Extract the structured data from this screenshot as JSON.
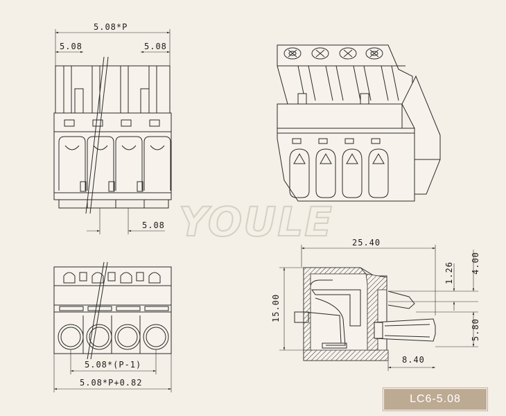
{
  "watermark": "YOULE",
  "model_label": "LC6-5.08",
  "dimensions": {
    "top_width": "5.08*P",
    "top_left_pitch": "5.08",
    "top_right_pitch": "5.08",
    "top_bottom_pitch": "5.08",
    "side_length": "25.40",
    "side_height": "15.00",
    "side_offset_a": "1.26",
    "side_offset_b": "4.00",
    "side_offset_c": "5.80",
    "side_pin_length": "8.40",
    "bottom_inner_width": "5.08*(P-1)",
    "bottom_outer_width": "5.08*P+0.82"
  }
}
